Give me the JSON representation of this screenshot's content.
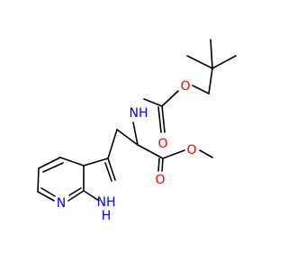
{
  "molecule": {
    "colors": {
      "bond": "#000000",
      "oxygen": "#ff0000",
      "nitrogen": "#0000ff",
      "background": "#ffffff"
    },
    "labels": {
      "ester_o_top": "O",
      "nh_carbamate": "NH",
      "carbonyl_o_boc": "O",
      "ester_carbonyl_o": "O",
      "ester_o_methyl": "O",
      "pyridine_n": "N",
      "pyrrole_nh": "NH",
      "pyrrole_h": "H"
    }
  }
}
